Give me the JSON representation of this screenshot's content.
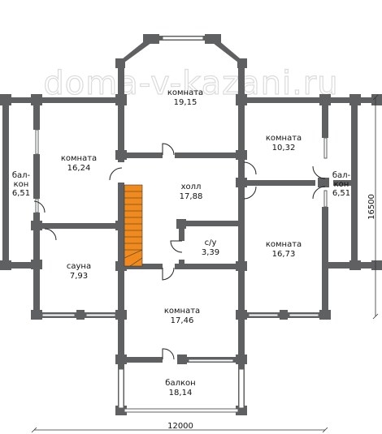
{
  "watermark": "doma-v-kazani.ru",
  "rooms": [
    {
      "id": "top",
      "name": "комната",
      "area": "19,15"
    },
    {
      "id": "left-room",
      "name": "комната",
      "area": "16,24"
    },
    {
      "id": "right-top",
      "name": "комната",
      "area": "10,32"
    },
    {
      "id": "hall",
      "name": "холл",
      "area": "17,88"
    },
    {
      "id": "wc",
      "name": "с/у",
      "area": "3,39"
    },
    {
      "id": "right-mid",
      "name": "комната",
      "area": "16,73"
    },
    {
      "id": "sauna",
      "name": "сауна",
      "area": "7,93"
    },
    {
      "id": "bottom-room",
      "name": "комната",
      "area": "17,46"
    },
    {
      "id": "balcony-bottom",
      "name": "балкон",
      "area": "18,14"
    }
  ],
  "balconies_side": [
    {
      "id": "left",
      "line1": "бал-",
      "line2": "кон",
      "area": "6,51"
    },
    {
      "id": "right",
      "line1": "бал-",
      "line2": "кон",
      "area": "6,51"
    }
  ],
  "dimensions": {
    "width": "12000",
    "height": "16500"
  },
  "colors": {
    "wall": "#5f6062",
    "stair": "#f08a1c",
    "background": "#ffffff"
  }
}
